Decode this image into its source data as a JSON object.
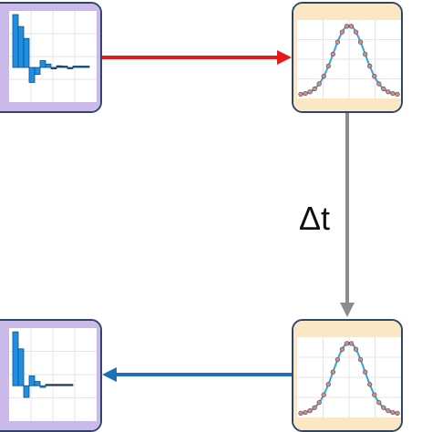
{
  "colors": {
    "spectrum_frame": "#cbb9e9",
    "gaussian_frame": "#fbe7c4",
    "box_border": "#2f4668",
    "bar_fill": "#1f8fe0",
    "bar_stroke": "#0c4d8a",
    "curve": "#31a6d8",
    "marker_fill": "#d68a8a",
    "marker_stroke": "#555555",
    "forward_arrow": "#e41a1c",
    "time_arrow": "#8c8c8c",
    "return_arrow": "#1f6fb4"
  },
  "time_step_label": "Δt",
  "nodes": {
    "top_left": {
      "kind": "spectrum",
      "bars": [
        62,
        48,
        34,
        -30,
        -14,
        8,
        4,
        -3,
        2,
        1,
        -1,
        1,
        1,
        1
      ]
    },
    "top_right": {
      "kind": "gaussian",
      "markers": 22
    },
    "bottom_right": {
      "kind": "gaussian",
      "markers": 22
    },
    "bottom_left": {
      "kind": "spectrum",
      "bars": [
        38,
        26,
        -14,
        7,
        3,
        -2,
        1,
        1,
        1,
        1,
        1
      ]
    }
  },
  "icons": {
    "forward": "arrow-right-icon",
    "time": "arrow-down-icon",
    "return": "arrow-left-icon"
  }
}
